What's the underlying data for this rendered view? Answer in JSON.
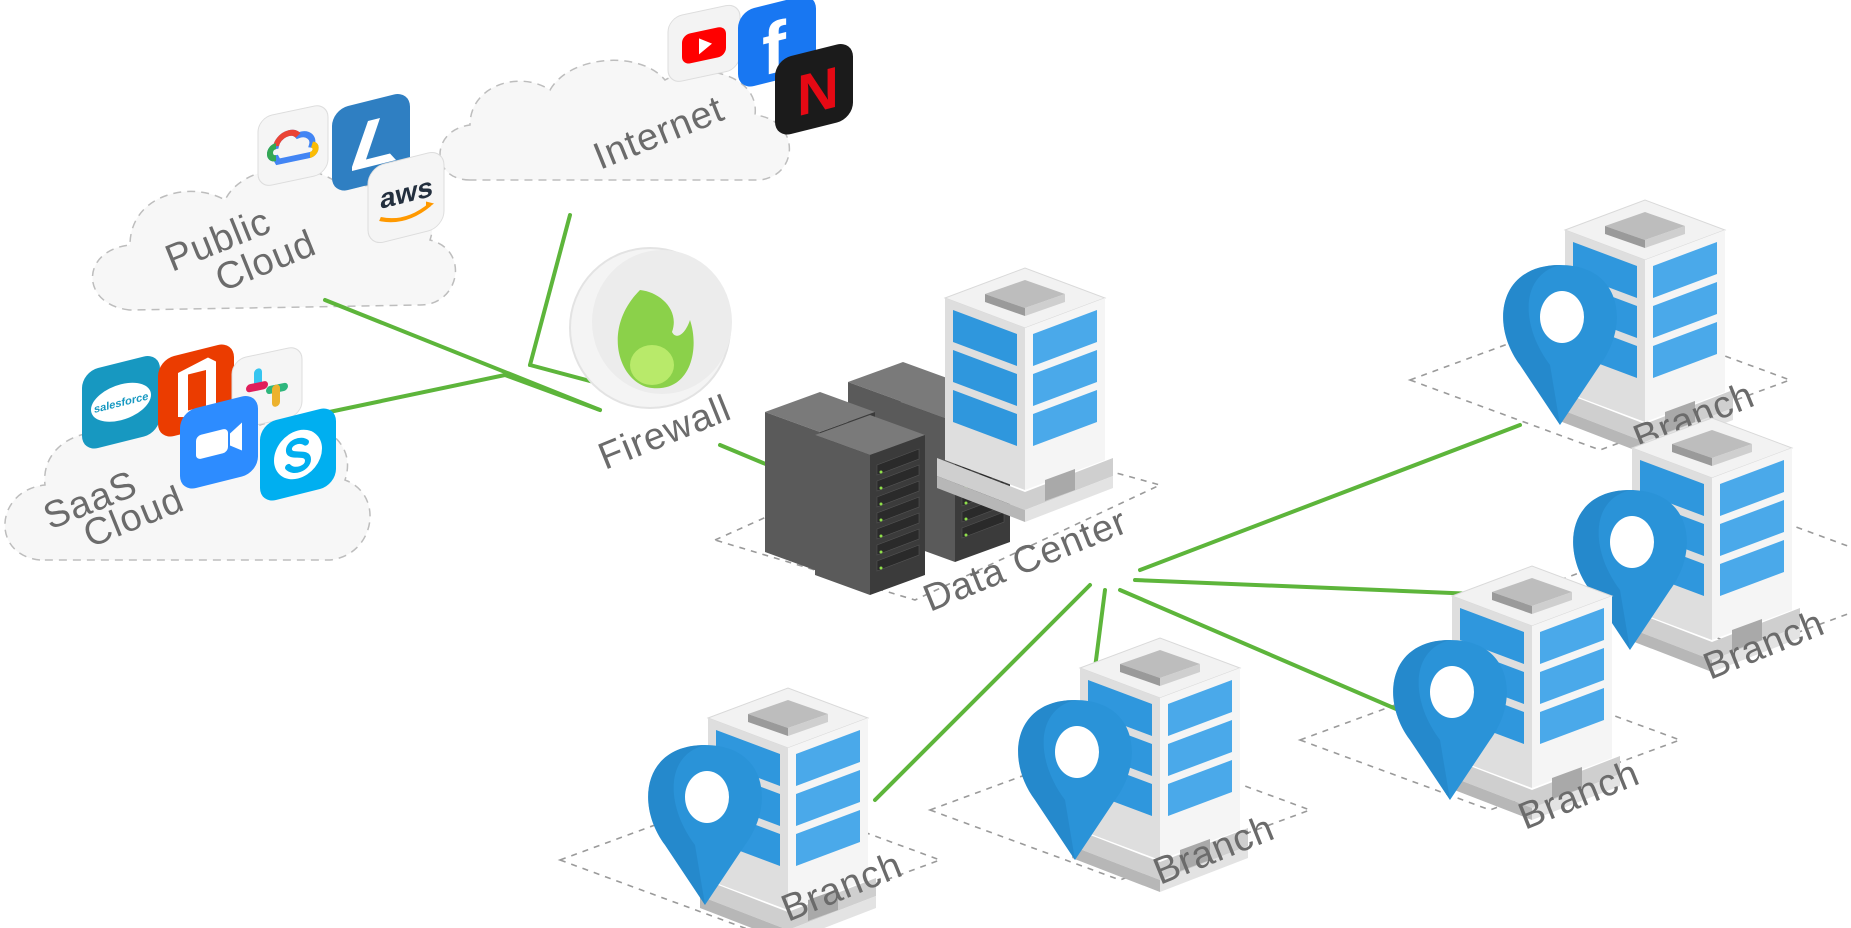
{
  "labels": {
    "internet": "Internet",
    "public_cloud_line1": "Public",
    "public_cloud_line2": "Cloud",
    "saas_cloud_line1": "SaaS",
    "saas_cloud_line2": "Cloud",
    "firewall": "Firewall",
    "data_center": "Data Center",
    "branch": "Branch"
  },
  "app_icons": {
    "aws": "aws",
    "salesforce": "salesforce",
    "netflix": "N",
    "facebook": "f"
  },
  "icons": [
    "youtube-icon",
    "facebook-icon",
    "netflix-icon",
    "google-cloud-icon",
    "azure-icon",
    "aws-icon",
    "salesforce-icon",
    "office-icon",
    "slack-icon",
    "zoom-icon",
    "skype-icon",
    "firewall-icon",
    "server-rack-icon",
    "building-icon",
    "location-pin-icon"
  ],
  "colors": {
    "connection_line": "#5db53b",
    "pin_blue": "#2a93d8",
    "window_blue": "#2f97dd",
    "cloud_fill": "#f7f7f7",
    "cloud_border": "#bdbdbd",
    "server_dark": "#4a4a4a",
    "firewall_green": "#8bd14a"
  }
}
